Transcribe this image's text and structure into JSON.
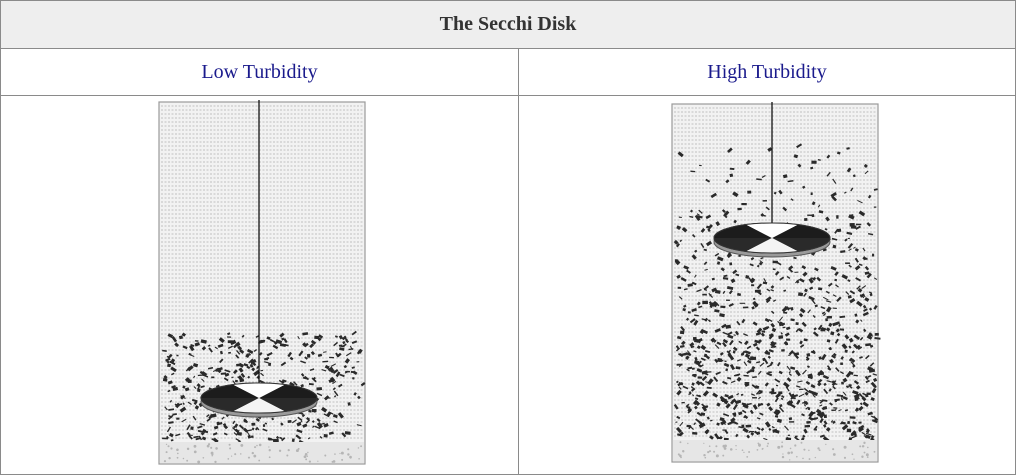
{
  "table": {
    "title": "The Secchi Disk",
    "columns": [
      {
        "label": "Low Turbidity",
        "turbidity": "low"
      },
      {
        "label": "High Turbidity",
        "turbidity": "high"
      }
    ]
  },
  "colors": {
    "link": "#1a1a8c",
    "title_text": "#333333",
    "title_bg": "#eeeeee",
    "border": "#8a8a8a"
  }
}
